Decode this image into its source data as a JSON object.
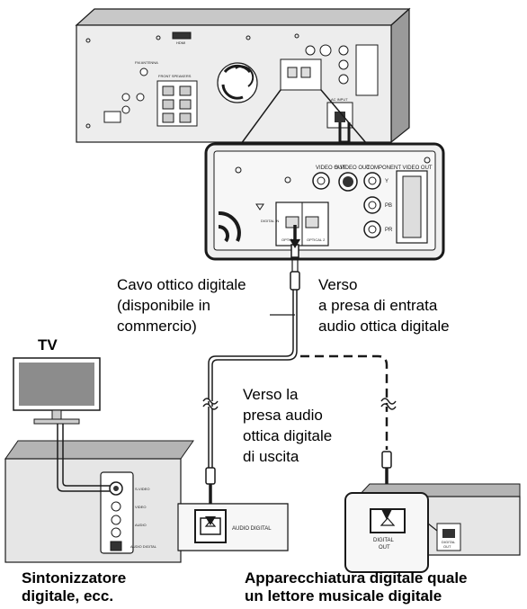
{
  "labels": {
    "cable": [
      "Cavo ottico digitale",
      "(disponibile in",
      "commercio)"
    ],
    "to_input": [
      "Verso",
      "a presa di entrata",
      "audio ottica digitale"
    ],
    "to_output": [
      "Verso la",
      "presa audio",
      "ottica digitale",
      "di uscita"
    ],
    "tv": "TV",
    "tuner_caption": [
      "Sintonizzatore",
      "digitale, ecc."
    ],
    "player_caption": [
      "Apparecchiatura digitale quale",
      "un lettore musicale digitale"
    ]
  },
  "panel_text": {
    "video_out": "VIDEO OUT",
    "s_video_out": "S-VIDEO OUT",
    "component_video_out": "COMPONENT VIDEO OUT",
    "digital_in": "DIGITAL IN",
    "optical_1": "OPTICAL 1",
    "optical_2": "OPTICAL 2",
    "y": "Y",
    "pb": "PB",
    "pr": "PR",
    "ac_input": "AC INPUT",
    "hdmi": "HDMI",
    "fm_antenna": "FM ANTENNA",
    "speakers": "FRONT SPEAKERS"
  },
  "device_text": {
    "audio_digital": "AUDIO DIGITAL",
    "tuner_s_video": "S-VIDEO",
    "tuner_video": "VIDEO",
    "tuner_audio": "AUDIO",
    "tuner_audio_digital": "AUDIO DIGITAL",
    "digital_out": [
      "DIGITAL",
      "OUT"
    ],
    "player_port": [
      "DIGITAL",
      "OUT"
    ]
  },
  "colors": {
    "device_fill": "#e6e6e6",
    "device_top": "#b4b4b4",
    "panel_fill": "#efefef",
    "tv_screen": "#8c8c8c",
    "stroke": "#1a1a1a"
  }
}
